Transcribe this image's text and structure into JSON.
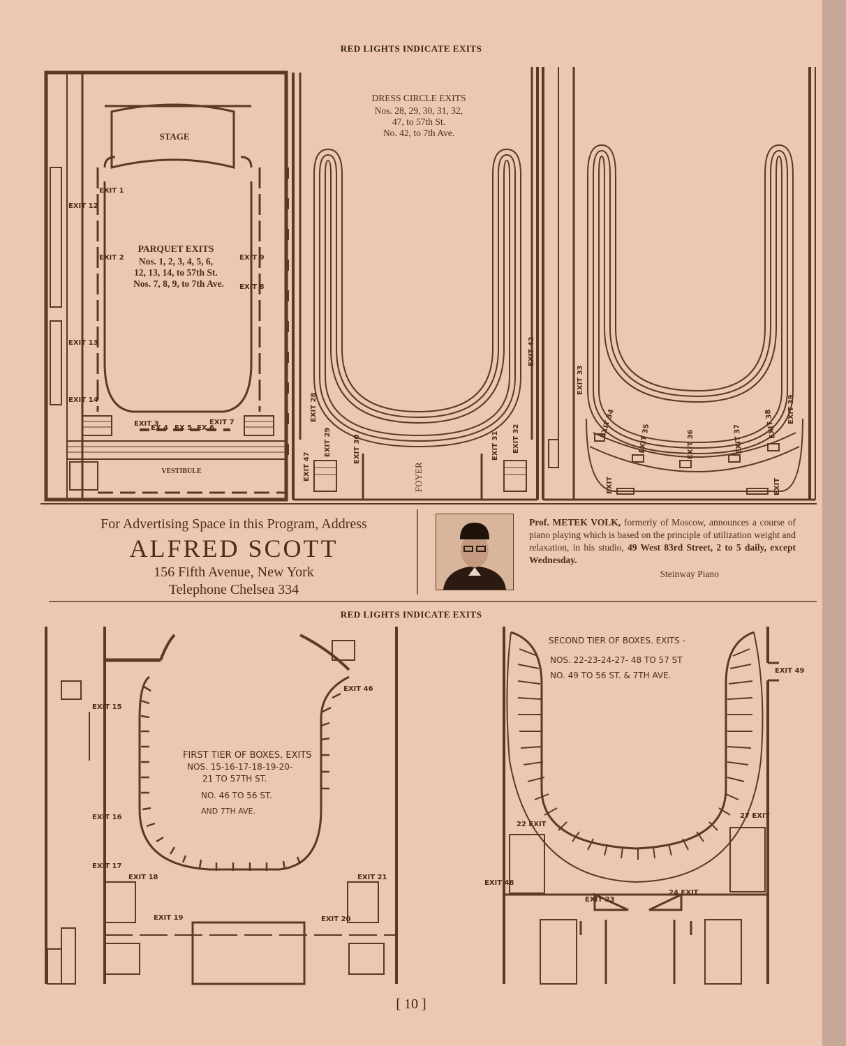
{
  "header_top": "RED LIGHTS INDICATE EXITS",
  "header_middle": "RED LIGHTS INDICATE EXITS",
  "parquet": {
    "stage": "STAGE",
    "vestibule": "VESTIBULE",
    "title": "PARQUET EXITS",
    "line1": "Nos. 1, 2, 3, 4, 5, 6,",
    "line2": "12, 13, 14, to 57th St.",
    "line3": "Nos. 7, 8, 9, to 7th Ave.",
    "exits": [
      "EXIT 1",
      "EXIT 12",
      "EXIT 2",
      "EXIT 9",
      "EXIT 8",
      "EXIT 13",
      "EXIT 14",
      "EXIT 3",
      "EX 4",
      "EX 5",
      "EX 6",
      "EXIT 7"
    ]
  },
  "dress_circle": {
    "title": "DRESS CIRCLE EXITS",
    "line1": "Nos. 28, 29, 30, 31, 32,",
    "line2": "47, to 57th St.",
    "line3": "No. 42, to 7th Ave.",
    "foyer": "FOYER",
    "exits": [
      "EXIT 28",
      "EXIT 47",
      "EXIT 29",
      "EXIT 30",
      "EXIT 31",
      "EXIT 32",
      "EXIT 42"
    ]
  },
  "balcony": {
    "exits": [
      "EXIT 33",
      "EXIT 34",
      "EXIT 35",
      "EXIT 36",
      "EXIT 37",
      "EXIT 38",
      "EXIT 39",
      "EXIT",
      "EXIT"
    ]
  },
  "ad_left": {
    "line1": "For Advertising Space in this Program, Address",
    "name": "ALFRED SCOTT",
    "address": "156 Fifth Avenue, New York",
    "phone": "Telephone Chelsea 334"
  },
  "ad_right": {
    "name": "Prof. METEK VOLK,",
    "text1": " formerly of Moscow, announces a course of piano playing which is based on the principle of utilization weight and relaxation, in his studio, ",
    "address": "49 West 83rd Street, 2 to 5 daily, except Wednesday.",
    "signature": "Steinway Piano"
  },
  "first_tier": {
    "line1": "FIRST TIER OF BOXES, EXITS",
    "line2": "NOS. 15-16-17-18-19-20-",
    "line3": "21 TO 57TH ST.",
    "line4": "NO. 46 TO 56 ST.",
    "line5": "AND 7TH AVE.",
    "exits": [
      "EXIT 15",
      "EXIT 46",
      "EXIT 16",
      "EXIT 17",
      "EXIT 18",
      "EXIT 19",
      "EXIT 21",
      "EXIT 20"
    ]
  },
  "second_tier": {
    "line1": "SECOND TIER OF BOXES. EXITS -",
    "line2": "NOS. 22-23-24-27- 48 TO 57 ST",
    "line3": "NO. 49 TO 56 ST. & 7TH AVE.",
    "exits": [
      "EXIT 49",
      "22 EXIT",
      "27 EXIT",
      "EXIT 48",
      "EXIT 23",
      "24 EXIT"
    ]
  },
  "page_number": "[ 10 ]"
}
